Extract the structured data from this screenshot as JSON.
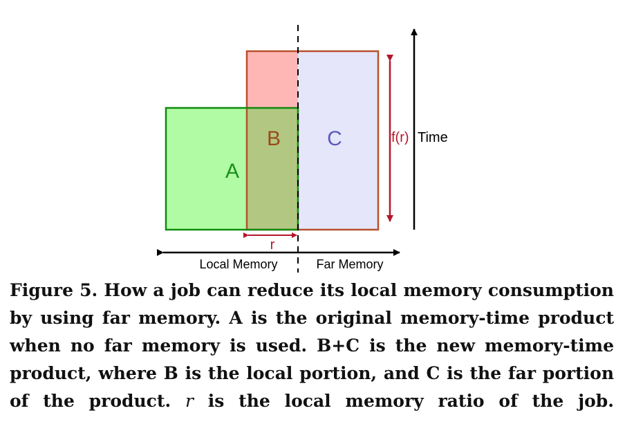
{
  "colors": {
    "region_a_fill": "#b0fba4",
    "region_a_border": "#0f8a0f",
    "region_b_fill": "#b2c882",
    "region_c_fill": "#e6e6fa",
    "region_top_fill": "#ffb7b6",
    "right_box_border": "#b8502b",
    "ratio_arrow": "#b5172a",
    "label_a": "#1b8f1b",
    "label_b": "#9a4a1a",
    "label_c": "#5a5abf",
    "axis": "#000000"
  },
  "labels": {
    "a": "A",
    "b": "B",
    "c": "C",
    "fr": "f(r)",
    "time": "Time",
    "r": "r",
    "local_memory": "Local Memory",
    "far_memory": "Far Memory"
  },
  "caption": {
    "figure_label": "Figure 5.",
    "part1": "How a job can reduce its local memory consumption by using far memory. A is the original memory-time product when no far memory is used. B+C is the new memory-time product, where B is the local portion, and C is the far portion of the product.",
    "var_r": "r",
    "part2": "is the local memory ratio of the job."
  }
}
